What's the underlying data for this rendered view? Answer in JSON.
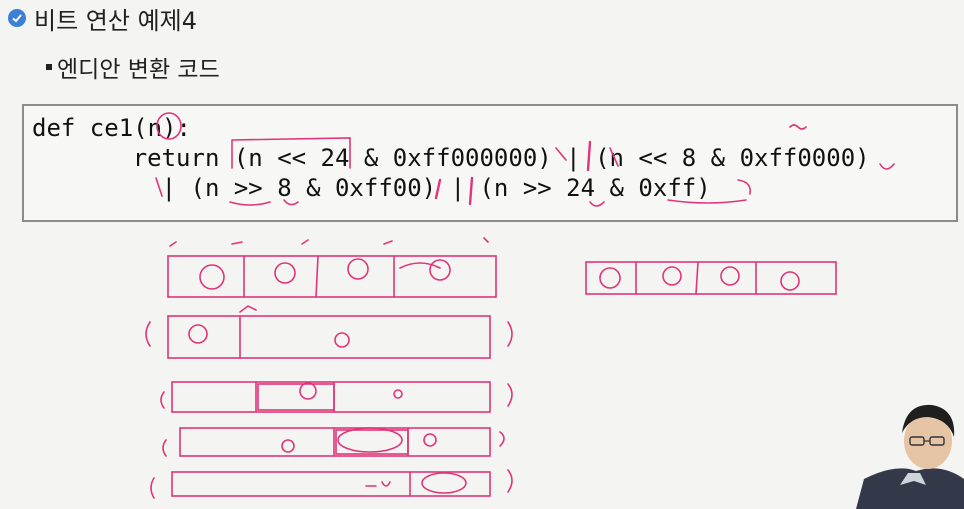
{
  "slide": {
    "title": "비트 연산 예제4",
    "bullet": "엔디안 변환 코드",
    "code_lines": [
      "def ce1(n):",
      "      return (n << 24 & 0xff000000) | (n << 8 & 0xff0000)",
      "        | (n >> 8 & 0xff00) | (n >> 24 & 0xff)"
    ],
    "icons": {
      "title": "check-circle-icon",
      "bullet": "square-bullet-icon"
    }
  },
  "colors": {
    "ink": "#e0357a",
    "check_icon": "#3b7fd6",
    "code_border": "#8c8c8c"
  },
  "webcam": {
    "content": "presenter-video"
  }
}
